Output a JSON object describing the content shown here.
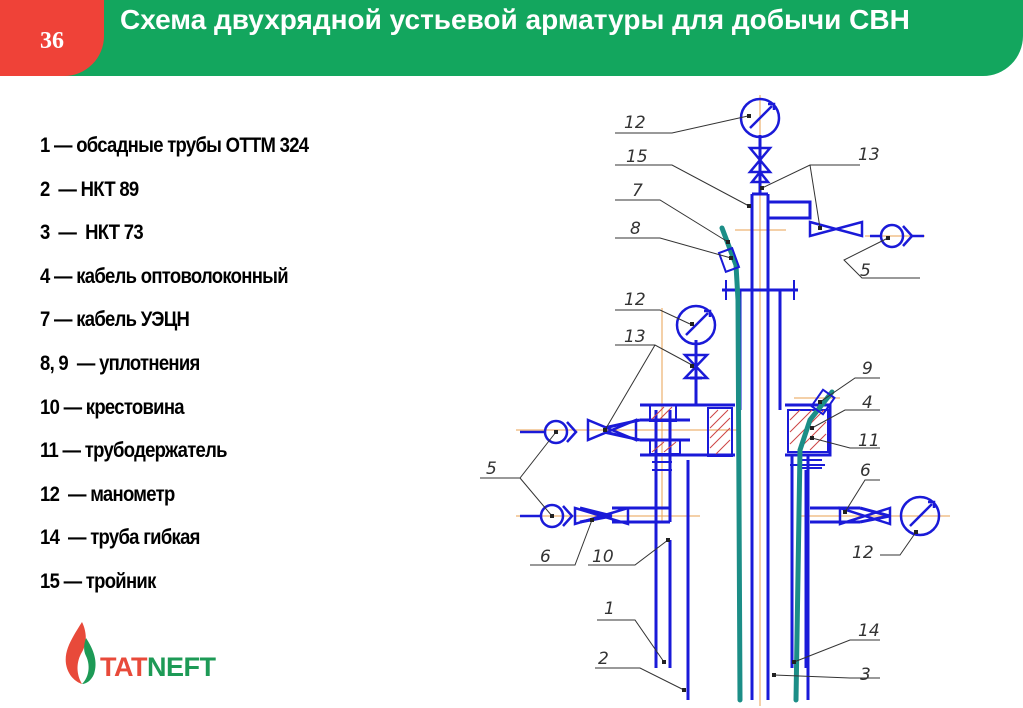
{
  "slide": {
    "number": "36",
    "title": "Схема двухрядной устьевой арматуры для добычи СВН"
  },
  "legend": [
    "1 — обсадные трубы ОТТМ 324",
    "2  — НКТ 89",
    "3  —  НКТ 73",
    "4 — кабель оптоволоконный",
    "7 — кабель УЭЦН",
    "8, 9  — уплотнения",
    "10 — крестовина",
    "11 — трубодержатель",
    "12  — манометр",
    "14  — труба гибкая",
    "15 — тройник"
  ],
  "logo": {
    "part1": "TAT",
    "part2": "NEFT"
  },
  "diagram": {
    "callouts": [
      "12",
      "15",
      "7",
      "8",
      "13",
      "5",
      "12",
      "13",
      "9",
      "4",
      "11",
      "5",
      "6",
      "12",
      "6",
      "10",
      "1",
      "14",
      "2",
      "3"
    ]
  },
  "colors": {
    "header_green": "#13a65e",
    "badge_red": "#ef4238",
    "pipe_blue": "#1a1ad8",
    "cable_teal": "#1c8e87",
    "axis_orange": "#e8a050",
    "leader": "#333333"
  }
}
